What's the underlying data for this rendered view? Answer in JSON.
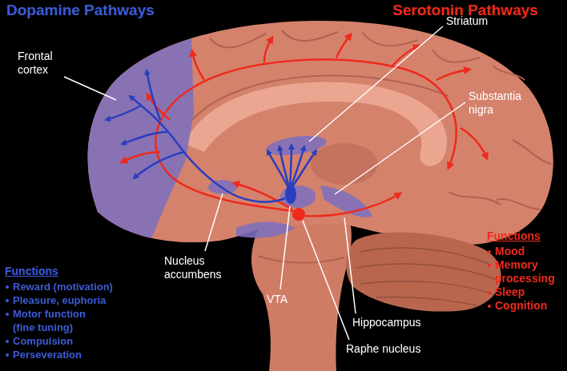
{
  "diagram": {
    "labels": [
      "Dopamine Pathways",
      "Serotonin Pathways",
      "Frontal cortex",
      "Striatum",
      "Substantia nigra",
      "Nucleus accumbens",
      "VTA",
      "Hippocampus",
      "Raphe nucleus",
      "Functions",
      "Reward (motivation)",
      "Pleasure, euphoria",
      "Motor function (fine tuning)",
      "Compulsion",
      "Perseveration",
      "Functions",
      "Mood",
      "Memory processing",
      "Sleep",
      "Cognition"
    ]
  }
}
